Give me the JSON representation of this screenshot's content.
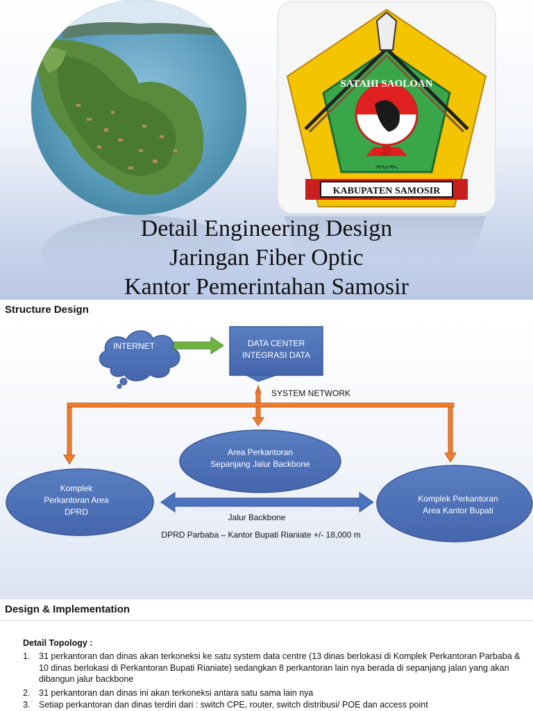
{
  "header": {
    "title_lines": [
      "Detail Engineering Design",
      "Jaringan Fiber Optic",
      "Kantor Pemerintahan Samosir"
    ],
    "logo": {
      "motto": "SATAHI SAOLOAN",
      "script": "ᯂᯗᯂ᯲",
      "banner": "KABUPATEN SAMOSIR"
    },
    "photo_icon": "island-aerial-photo"
  },
  "structure": {
    "section_title": "Structure Design"
  },
  "diagram": {
    "internet": "INTERNET",
    "data_center_lines": [
      "DATA CENTER",
      "INTEGRASI DATA"
    ],
    "system_network": "SYSTEM NETWORK",
    "area_backbone_lines": [
      "Area Perkantoran",
      "Sepanjang Jalur Backbone"
    ],
    "dprd_lines": [
      "Komplek",
      "Perkantoran Area",
      "DPRD"
    ],
    "bupati_lines": [
      "Komplek Perkantoran",
      "Area Kantor Bupati"
    ],
    "jalur_backbone": "Jalur Backbone",
    "distance": "DPRD Parbaba – Kantor Bupati Rianiate +/- 18,000 m",
    "colors": {
      "node_fill": "#4f72b9",
      "node_stroke": "#3a5a98",
      "green_arrow": "#6db33f",
      "orange_arrow": "#ed7d31",
      "blue_arrow": "#4a72bd"
    }
  },
  "design": {
    "section_title": "Design & Implementation",
    "detail_heading": "Detail Topology :",
    "items": [
      {
        "num": "1.",
        "text": "31 perkantoran dan dinas akan terkoneksi ke satu system data centre (13 dinas berlokasi di Komplek Perkantoran Parbaba & 10 dinas berlokasi di Perkantoran Bupati Rianiate) sedangkan 8 perkantoran lain nya berada di sepanjang jalan yang akan dibangun jalur backbone"
      },
      {
        "num": "2.",
        "text": "31 perkantoran dan dinas ini akan terkoneksi antara satu sama lain nya"
      },
      {
        "num": "3.",
        "text": "Setiap perkantoran dan dinas  terdiri dari : switch CPE, router, switch distribusi/ POE dan access point"
      }
    ]
  }
}
